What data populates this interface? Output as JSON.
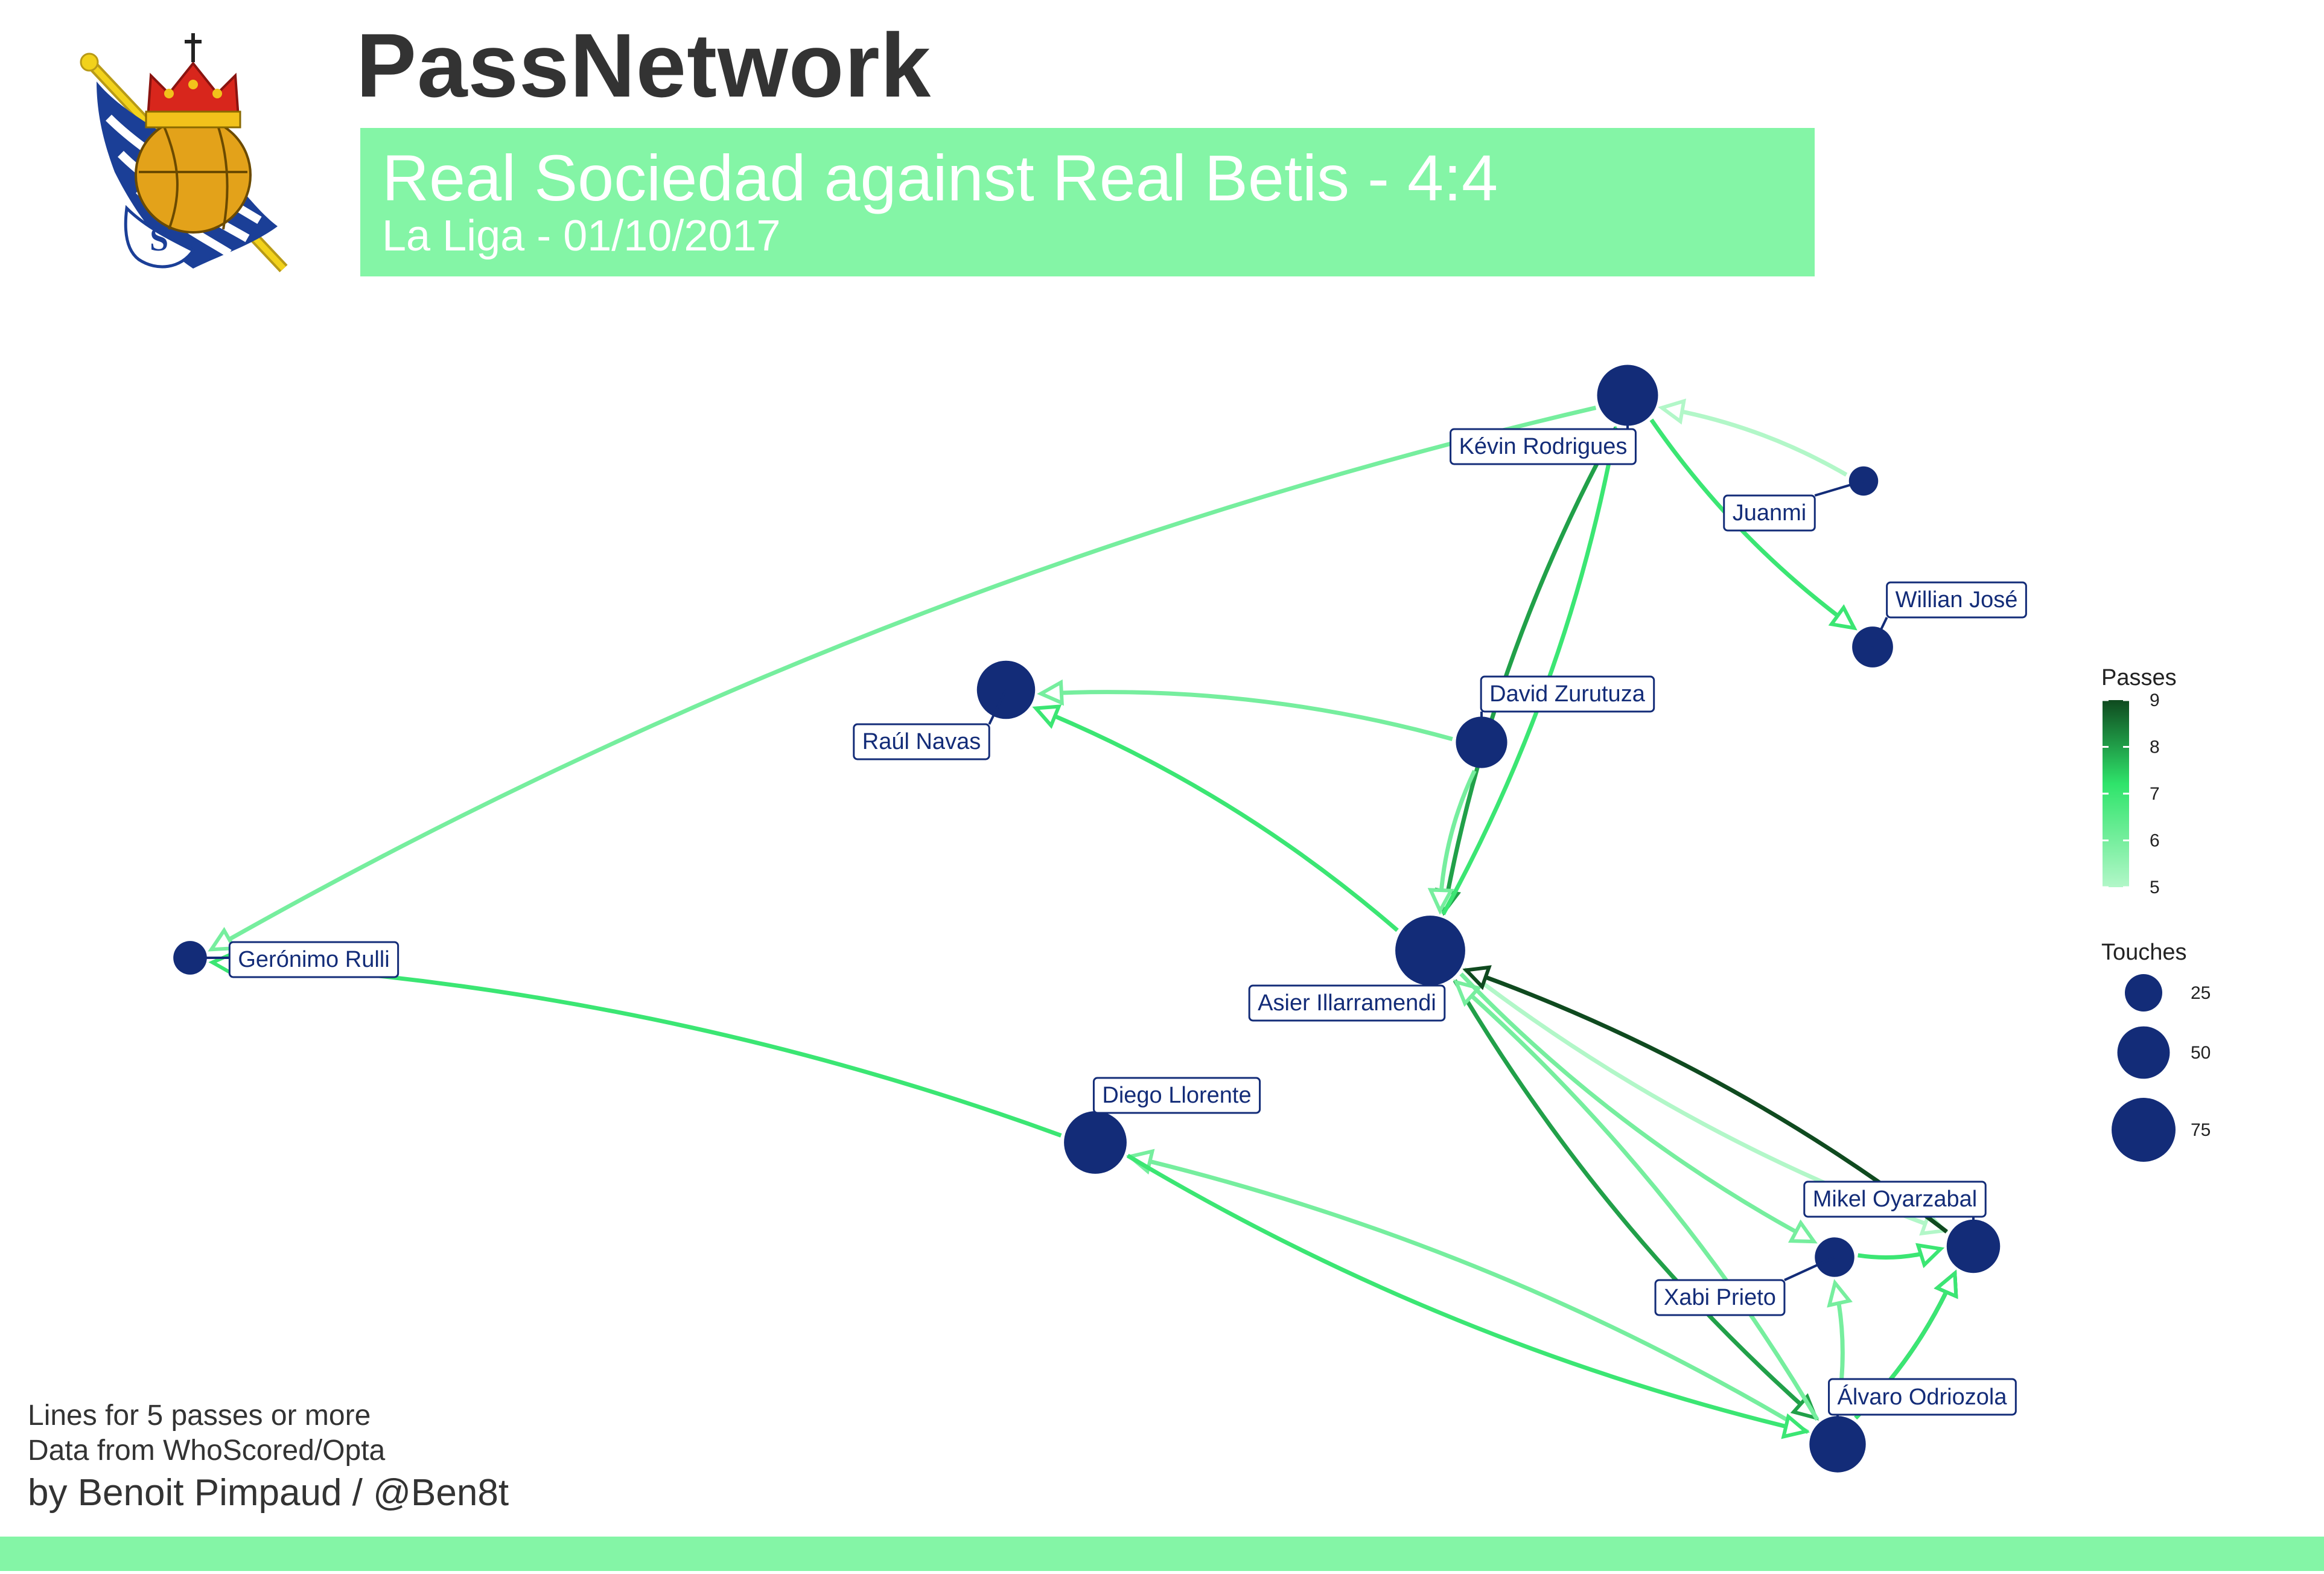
{
  "header": {
    "title": "PassNetwork",
    "match_title": "Real Sociedad against Real Betis - 4:4",
    "match_subtitle": "La Liga - 01/10/2017"
  },
  "colors": {
    "accent": "#84f5a6",
    "node": "#132c78",
    "label_text": "#132c78",
    "edge_low": "#b2f7c8",
    "edge_mid": "#2fe46b",
    "edge_high": "#0f4a1f"
  },
  "footer": {
    "note_1": "Lines for 5 passes or more",
    "note_2": "Data from WhoScored/Opta",
    "credit": "by Benoit Pimpaud / @Ben8t"
  },
  "legend": {
    "passes_title": "Passes",
    "passes_ticks": [
      "5",
      "6",
      "7",
      "8",
      "9"
    ],
    "touches_title": "Touches",
    "touches_ticks": [
      "25",
      "50",
      "75"
    ]
  },
  "logo": {
    "icon": "real-sociedad-crest-icon"
  },
  "chart_data": {
    "type": "network",
    "nodes": [
      {
        "id": "rulli",
        "label": "Gerónimo Rulli",
        "touches": 20
      },
      {
        "id": "navas",
        "label": "Raúl Navas",
        "touches": 62
      },
      {
        "id": "llorente",
        "label": "Diego Llorente",
        "touches": 72
      },
      {
        "id": "illarramendi",
        "label": "Asier Illarramendi",
        "touches": 90
      },
      {
        "id": "zurutuza",
        "label": "David Zurutuza",
        "touches": 48
      },
      {
        "id": "kevin",
        "label": "Kévin Rodrigues",
        "touches": 68
      },
      {
        "id": "juanmi",
        "label": "Juanmi",
        "touches": 15
      },
      {
        "id": "willian",
        "label": "Willian José",
        "touches": 30
      },
      {
        "id": "prieto",
        "label": "Xabi Prieto",
        "touches": 28
      },
      {
        "id": "oyarzabal",
        "label": "Mikel Oyarzabal",
        "touches": 52
      },
      {
        "id": "odriozola",
        "label": "Álvaro Odriozola",
        "touches": 58
      }
    ],
    "edges": [
      {
        "from": "kevin",
        "to": "rulli",
        "passes": 6
      },
      {
        "from": "llorente",
        "to": "rulli",
        "passes": 7
      },
      {
        "from": "zurutuza",
        "to": "navas",
        "passes": 6
      },
      {
        "from": "illarramendi",
        "to": "navas",
        "passes": 7
      },
      {
        "from": "kevin",
        "to": "illarramendi",
        "passes": 5
      },
      {
        "from": "kevin",
        "to": "illarramendi",
        "passes": 8
      },
      {
        "from": "zurutuza",
        "to": "illarramendi",
        "passes": 6
      },
      {
        "from": "illarramendi",
        "to": "kevin",
        "passes": 7
      },
      {
        "from": "juanmi",
        "to": "kevin",
        "passes": 5
      },
      {
        "from": "kevin",
        "to": "willian",
        "passes": 7
      },
      {
        "from": "odriozola",
        "to": "llorente",
        "passes": 6
      },
      {
        "from": "llorente",
        "to": "odriozola",
        "passes": 7
      },
      {
        "from": "illarramendi",
        "to": "odriozola",
        "passes": 8
      },
      {
        "from": "odriozola",
        "to": "illarramendi",
        "passes": 6
      },
      {
        "from": "illarramendi",
        "to": "prieto",
        "passes": 6
      },
      {
        "from": "illarramendi",
        "to": "oyarzabal",
        "passes": 5
      },
      {
        "from": "oyarzabal",
        "to": "illarramendi",
        "passes": 9
      },
      {
        "from": "prieto",
        "to": "oyarzabal",
        "passes": 7
      },
      {
        "from": "odriozola",
        "to": "prieto",
        "passes": 6
      },
      {
        "from": "odriozola",
        "to": "oyarzabal",
        "passes": 9
      },
      {
        "from": "odriozola",
        "to": "oyarzabal",
        "passes": 7
      }
    ]
  }
}
